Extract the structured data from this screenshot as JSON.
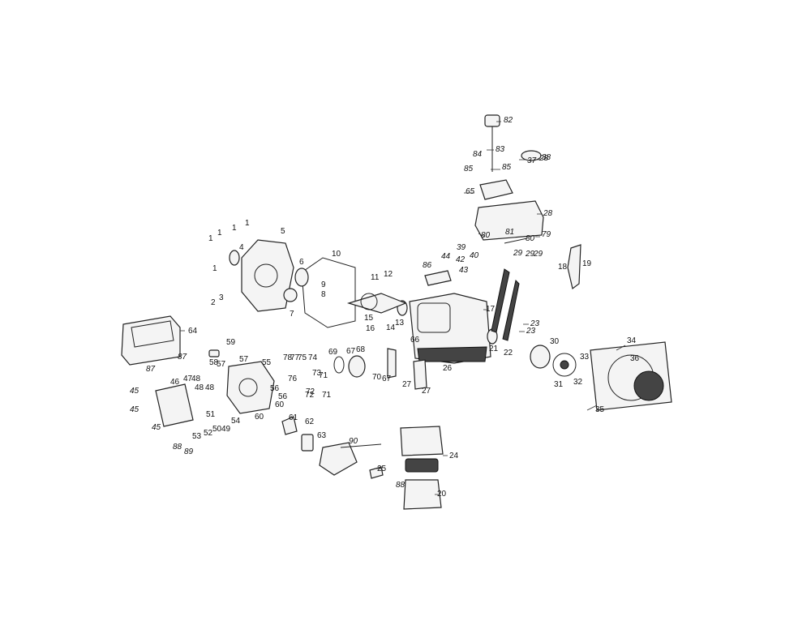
{
  "diagram": {
    "labels": [
      {
        "id": "1a",
        "text": "1"
      },
      {
        "id": "1b",
        "text": "1"
      },
      {
        "id": "1c",
        "text": "1"
      },
      {
        "id": "1d",
        "text": "1"
      },
      {
        "id": "1e",
        "text": "1"
      },
      {
        "id": "2",
        "text": "2"
      },
      {
        "id": "3",
        "text": "3"
      },
      {
        "id": "4",
        "text": "4"
      },
      {
        "id": "5",
        "text": "5"
      },
      {
        "id": "6",
        "text": "6"
      },
      {
        "id": "7",
        "text": "7"
      },
      {
        "id": "8",
        "text": "8"
      },
      {
        "id": "9",
        "text": "9"
      },
      {
        "id": "10",
        "text": "10"
      },
      {
        "id": "11",
        "text": "11"
      },
      {
        "id": "12",
        "text": "12"
      },
      {
        "id": "13",
        "text": "13"
      },
      {
        "id": "14",
        "text": "14"
      },
      {
        "id": "15",
        "text": "15"
      },
      {
        "id": "16",
        "text": "16"
      },
      {
        "id": "17",
        "text": "17"
      },
      {
        "id": "18",
        "text": "18"
      },
      {
        "id": "19",
        "text": "19"
      },
      {
        "id": "20",
        "text": "20"
      },
      {
        "id": "21",
        "text": "21"
      },
      {
        "id": "22",
        "text": "22"
      },
      {
        "id": "23a",
        "text": "23"
      },
      {
        "id": "23b",
        "text": "23"
      },
      {
        "id": "24",
        "text": "24"
      },
      {
        "id": "25",
        "text": "25"
      },
      {
        "id": "26",
        "text": "26"
      },
      {
        "id": "27a",
        "text": "27"
      },
      {
        "id": "27b",
        "text": "27"
      },
      {
        "id": "28",
        "text": "28"
      },
      {
        "id": "28b",
        "text": "28"
      },
      {
        "id": "29a",
        "text": "29"
      },
      {
        "id": "29b",
        "text": "29"
      },
      {
        "id": "29c",
        "text": "29"
      },
      {
        "id": "30",
        "text": "30"
      },
      {
        "id": "31",
        "text": "31"
      },
      {
        "id": "32",
        "text": "32"
      },
      {
        "id": "33",
        "text": "33"
      },
      {
        "id": "34",
        "text": "34"
      },
      {
        "id": "35",
        "text": "35"
      },
      {
        "id": "36",
        "text": "36"
      },
      {
        "id": "37",
        "text": "37"
      },
      {
        "id": "38",
        "text": "38"
      },
      {
        "id": "39",
        "text": "39"
      },
      {
        "id": "40",
        "text": "40"
      },
      {
        "id": "42",
        "text": "42"
      },
      {
        "id": "43",
        "text": "43"
      },
      {
        "id": "44",
        "text": "44"
      },
      {
        "id": "45a",
        "text": "45"
      },
      {
        "id": "45b",
        "text": "45"
      },
      {
        "id": "45c",
        "text": "45"
      },
      {
        "id": "46",
        "text": "46"
      },
      {
        "id": "47",
        "text": "47"
      },
      {
        "id": "48a",
        "text": "48"
      },
      {
        "id": "48b",
        "text": "48"
      },
      {
        "id": "48c",
        "text": "48"
      },
      {
        "id": "49",
        "text": "49"
      },
      {
        "id": "50",
        "text": "50"
      },
      {
        "id": "51",
        "text": "51"
      },
      {
        "id": "52",
        "text": "52"
      },
      {
        "id": "53",
        "text": "53"
      },
      {
        "id": "54",
        "text": "54"
      },
      {
        "id": "55",
        "text": "55"
      },
      {
        "id": "56a",
        "text": "56"
      },
      {
        "id": "56b",
        "text": "56"
      },
      {
        "id": "57a",
        "text": "57"
      },
      {
        "id": "57b",
        "text": "57"
      },
      {
        "id": "58",
        "text": "58"
      },
      {
        "id": "59",
        "text": "59"
      },
      {
        "id": "60a",
        "text": "60"
      },
      {
        "id": "60b",
        "text": "60"
      },
      {
        "id": "61",
        "text": "61"
      },
      {
        "id": "62",
        "text": "62"
      },
      {
        "id": "63",
        "text": "63"
      },
      {
        "id": "64",
        "text": "64"
      },
      {
        "id": "65",
        "text": "65"
      },
      {
        "id": "66",
        "text": "66"
      },
      {
        "id": "67a",
        "text": "67"
      },
      {
        "id": "67b",
        "text": "67"
      },
      {
        "id": "68",
        "text": "68"
      },
      {
        "id": "69",
        "text": "69"
      },
      {
        "id": "70",
        "text": "70"
      },
      {
        "id": "71a",
        "text": "71"
      },
      {
        "id": "71b",
        "text": "71"
      },
      {
        "id": "72a",
        "text": "72"
      },
      {
        "id": "72b",
        "text": "72"
      },
      {
        "id": "73",
        "text": "73"
      },
      {
        "id": "74",
        "text": "74"
      },
      {
        "id": "75",
        "text": "75"
      },
      {
        "id": "76",
        "text": "76"
      },
      {
        "id": "77",
        "text": "77"
      },
      {
        "id": "78",
        "text": "78"
      },
      {
        "id": "79",
        "text": "79"
      },
      {
        "id": "80a",
        "text": "80"
      },
      {
        "id": "80b",
        "text": "80"
      },
      {
        "id": "81",
        "text": "81"
      },
      {
        "id": "82",
        "text": "82"
      },
      {
        "id": "83",
        "text": "83"
      },
      {
        "id": "84",
        "text": "84"
      },
      {
        "id": "85a",
        "text": "85"
      },
      {
        "id": "85b",
        "text": "85"
      },
      {
        "id": "86",
        "text": "86"
      },
      {
        "id": "87a",
        "text": "87"
      },
      {
        "id": "87b",
        "text": "87"
      },
      {
        "id": "88a",
        "text": "88"
      },
      {
        "id": "88b",
        "text": "88"
      },
      {
        "id": "89",
        "text": "89"
      },
      {
        "id": "90",
        "text": "90"
      }
    ]
  }
}
